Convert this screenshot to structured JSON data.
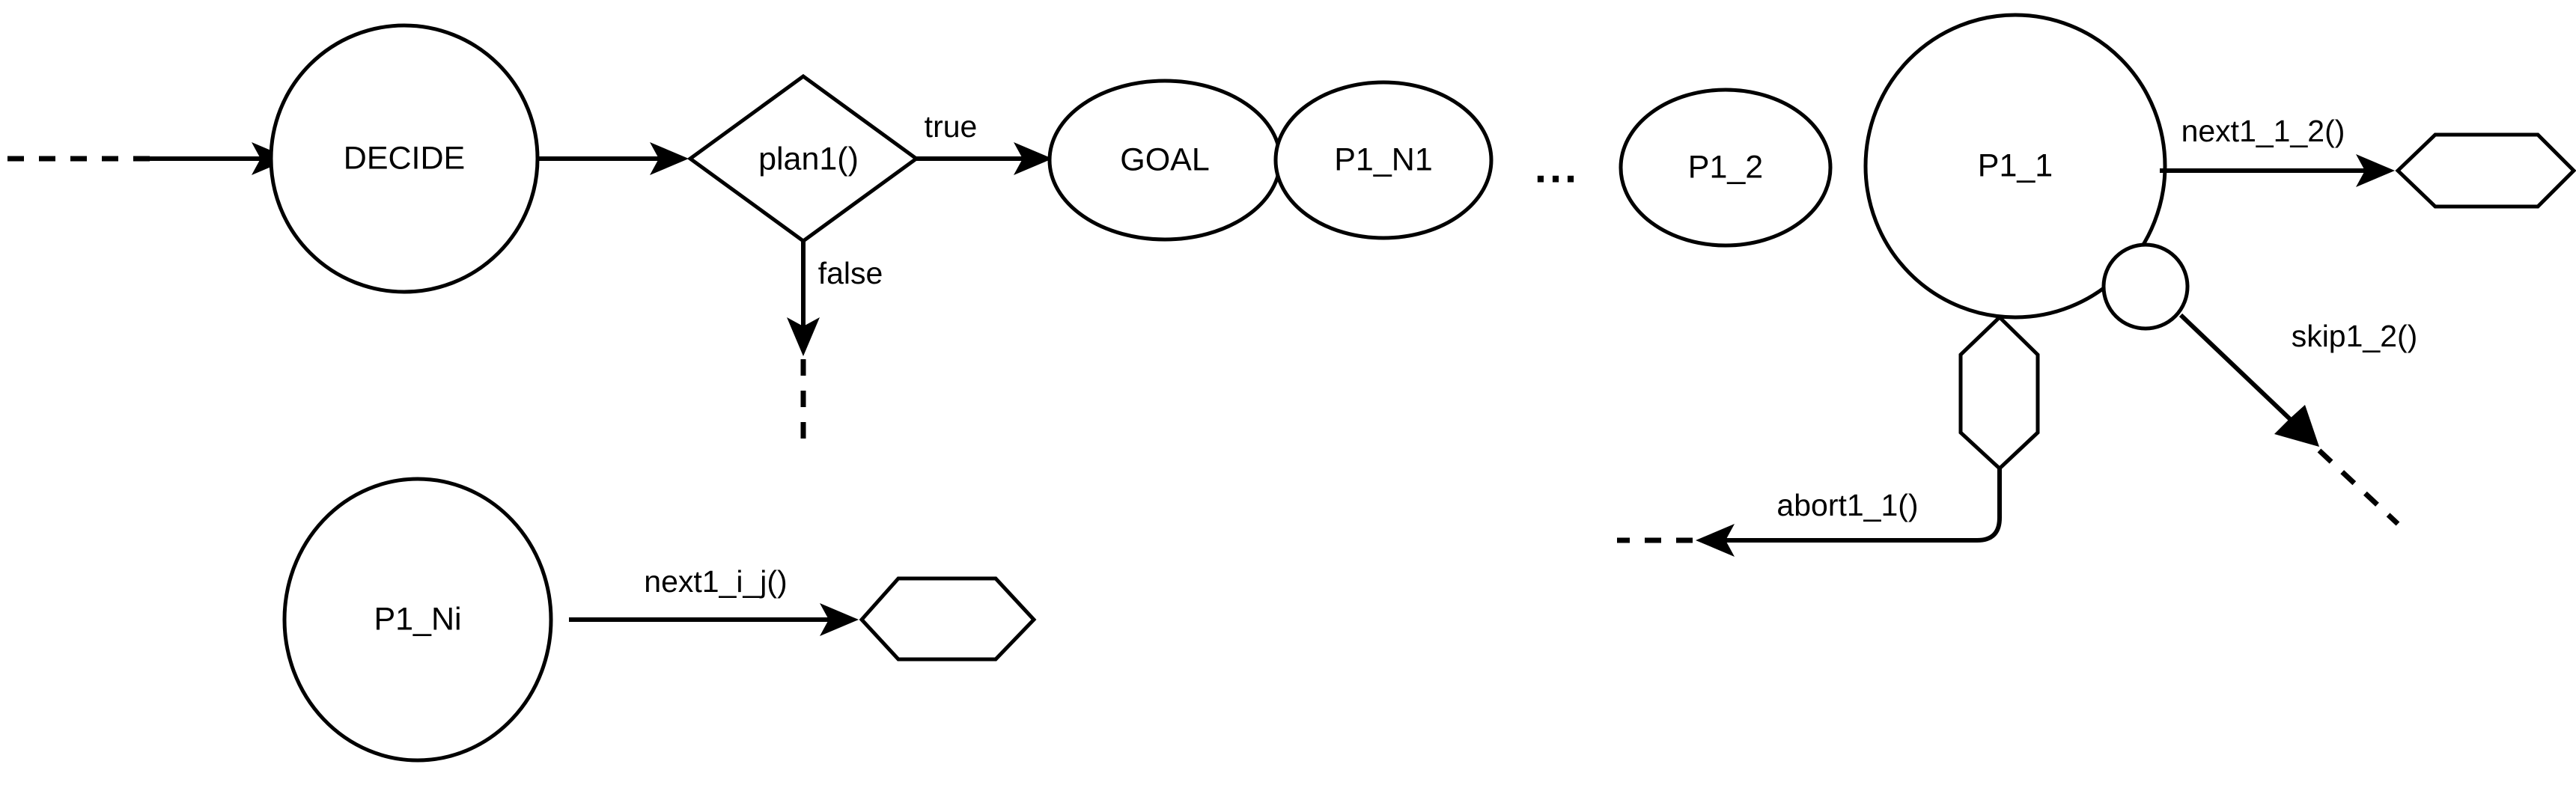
{
  "diagram": {
    "background_color": "#ffffff",
    "stroke_color": "#000000",
    "type": "flowchart",
    "nodes": {
      "decide": {
        "label": "DECIDE",
        "shape": "circle"
      },
      "plan": {
        "label": "plan1()",
        "shape": "diamond"
      },
      "goal": {
        "label": "GOAL",
        "shape": "ellipse"
      },
      "p1_n1": {
        "label": "P1_N1",
        "shape": "ellipse"
      },
      "ellipsis": {
        "label": "...",
        "shape": "text"
      },
      "p1_2": {
        "label": "P1_2",
        "shape": "ellipse"
      },
      "p1_1": {
        "label": "P1_1",
        "shape": "circle"
      },
      "hex_right": {
        "label": "",
        "shape": "hexagon-horizontal"
      },
      "small_circle": {
        "label": "",
        "shape": "circle"
      },
      "hex_down": {
        "label": "",
        "shape": "hexagon-vertical"
      },
      "p1_ni": {
        "label": "P1_Ni",
        "shape": "ellipse"
      },
      "hex_bottom": {
        "label": "",
        "shape": "hexagon-horizontal"
      }
    },
    "edges": {
      "entry": {
        "label": "",
        "style": "dashed-then-solid"
      },
      "decide_to_plan": {
        "label": "",
        "style": "solid"
      },
      "plan_true": {
        "label": "true",
        "style": "solid"
      },
      "plan_false": {
        "label": "false",
        "style": "solid-then-dashed"
      },
      "next1_1_2": {
        "label": "next1_1_2()",
        "style": "solid"
      },
      "skip1_2": {
        "label": "skip1_2()",
        "style": "solid-then-dashed"
      },
      "abort1_1": {
        "label": "abort1_1()",
        "style": "solid-then-dashed"
      },
      "next1_i_j": {
        "label": "next1_i_j()",
        "style": "solid"
      }
    }
  }
}
